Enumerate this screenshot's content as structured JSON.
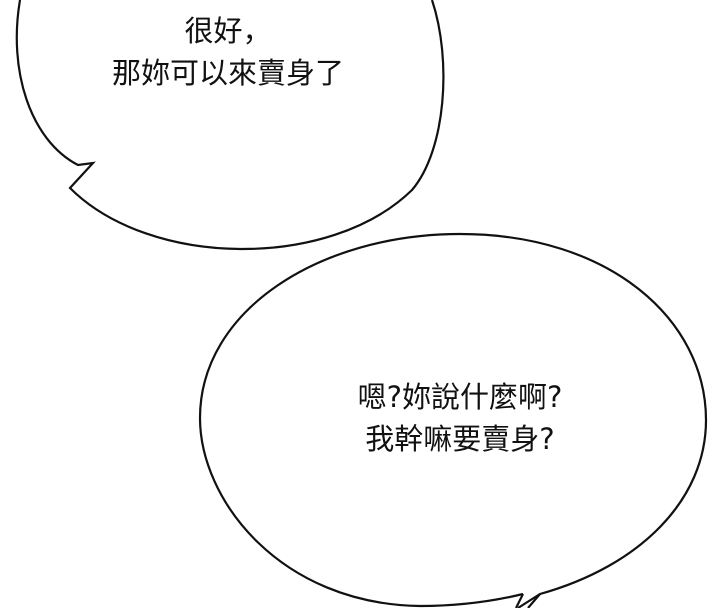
{
  "panel": {
    "background": "#ffffff",
    "ink": "#111111"
  },
  "bubbles": [
    {
      "lines": [
        "很好，",
        "那妳可以來賣身了"
      ]
    },
    {
      "lines": [
        "嗯?妳說什麼啊?",
        "我幹嘛要賣身?"
      ]
    }
  ]
}
